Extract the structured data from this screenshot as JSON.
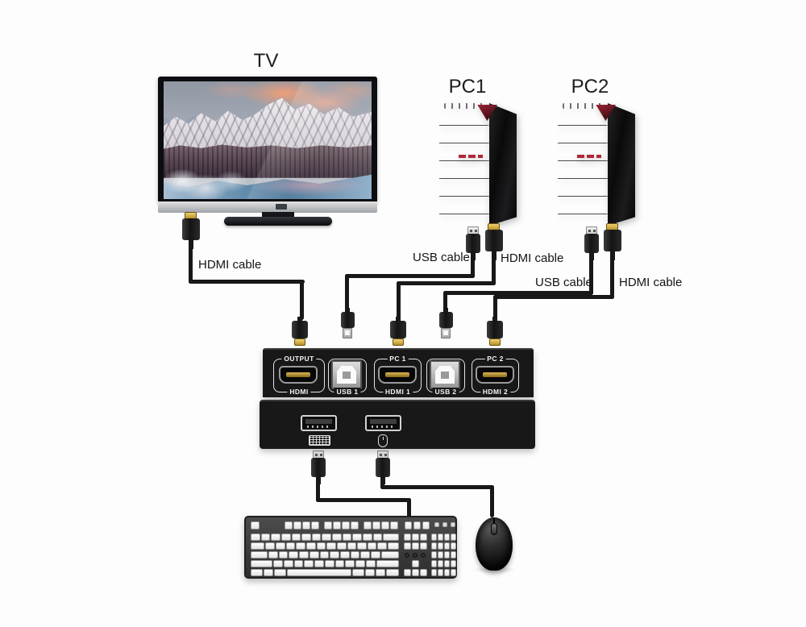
{
  "devices": {
    "tv": {
      "label": "TV"
    },
    "pc1": {
      "label": "PC1"
    },
    "pc2": {
      "label": "PC2"
    }
  },
  "cables": [
    {
      "id": "tv-hdmi",
      "label": "HDMI cable",
      "connects": "TV to KVM OUTPUT HDMI"
    },
    {
      "id": "pc1-usb",
      "label": "USB cable",
      "connects": "PC1 to KVM USB 1"
    },
    {
      "id": "pc1-hdmi",
      "label": "HDMI cable",
      "connects": "PC1 to KVM HDMI 1"
    },
    {
      "id": "pc2-usb",
      "label": "USB cable",
      "connects": "PC2 to KVM USB 2"
    },
    {
      "id": "pc2-hdmi",
      "label": "HDMI cable",
      "connects": "PC2 to KVM HDMI 2"
    }
  ],
  "kvm": {
    "rear_ports": [
      {
        "type": "hdmi",
        "top_label": "OUTPUT",
        "bottom_label": "HDMI"
      },
      {
        "type": "usb_b",
        "top_label": "",
        "bottom_label": "USB 1"
      },
      {
        "type": "hdmi",
        "top_label": "PC 1",
        "bottom_label": "HDMI 1"
      },
      {
        "type": "usb_b",
        "top_label": "",
        "bottom_label": "USB 2"
      },
      {
        "type": "hdmi",
        "top_label": "PC 2",
        "bottom_label": "HDMI 2"
      }
    ],
    "front_ports": [
      {
        "type": "usb_a",
        "icon": "keyboard-icon"
      },
      {
        "type": "usb_a",
        "icon": "mouse-icon"
      }
    ]
  },
  "colors": {
    "background": "#fdfdfd",
    "cable": "#181818",
    "kvm_body": "#181818",
    "hdmi_gold": "#c9a43a",
    "pc_accent_red": "#a02334",
    "port_label": "#f4f4f4",
    "text": "#1d1d1d"
  }
}
